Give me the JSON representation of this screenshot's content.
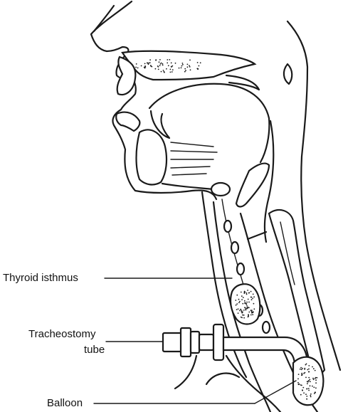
{
  "labels": {
    "thyroid_isthmus": "Thyroid isthmus",
    "tracheostomy_line1": "Tracheostomy",
    "tracheostomy_line2": "tube",
    "balloon": "Balloon"
  },
  "colors": {
    "ink": "#1a1a1a",
    "background": "#ffffff"
  }
}
